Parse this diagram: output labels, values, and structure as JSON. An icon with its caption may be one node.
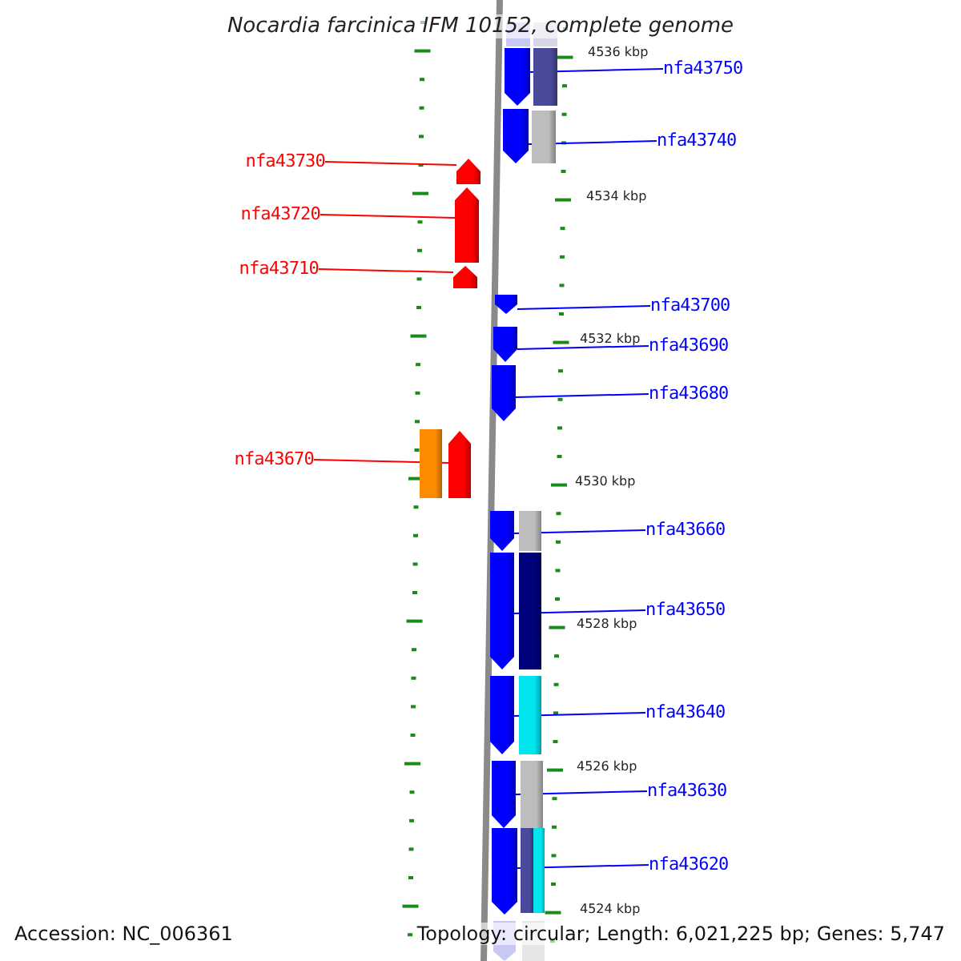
{
  "diagram": {
    "title": "Nocardia farcinica IFM 10152, complete genome",
    "nodes": [
      {
        "text": [
          "nfa43750"
        ]
      },
      {
        "text": [],
        "shape": "pentagon"
      },
      {
        "text": [],
        "shape": "bar"
      },
      {
        "text": [
          "nfa43740"
        ]
      },
      {
        "text": [],
        "shape": "pentagon"
      },
      {
        "text": [],
        "shape": "bar"
      },
      {
        "text": [
          "nfa43730"
        ]
      },
      {
        "text": [],
        "shape": "pentagon"
      },
      {
        "text": [
          "nfa43720"
        ]
      },
      {
        "text": [],
        "shape": "pentagon"
      },
      {
        "text": [
          "nfa43710"
        ]
      },
      {
        "text": [],
        "shape": "pentagon"
      },
      {
        "text": [
          "nfa43700"
        ]
      },
      {
        "text": [],
        "shape": "pentagon"
      },
      {
        "text": [
          "nfa43690"
        ]
      },
      {
        "text": [],
        "shape": "pentagon"
      },
      {
        "text": [
          "nfa43680"
        ]
      },
      {
        "text": [],
        "shape": "pentagon"
      },
      {
        "text": [
          "nfa43670"
        ]
      },
      {
        "text": [],
        "shape": "bar"
      },
      {
        "text": [],
        "shape": "pentagon"
      },
      {
        "text": [
          "nfa43660"
        ]
      },
      {
        "text": [],
        "shape": "pentagon"
      },
      {
        "text": [],
        "shape": "bar"
      },
      {
        "text": [
          "nfa43650"
        ]
      },
      {
        "text": [],
        "shape": "pentagon"
      },
      {
        "text": [],
        "shape": "bar"
      },
      {
        "text": [
          "nfa43640"
        ]
      },
      {
        "text": [],
        "shape": "pentagon"
      },
      {
        "text": [],
        "shape": "bar"
      },
      {
        "text": [
          "nfa43630"
        ]
      },
      {
        "text": [],
        "shape": "pentagon"
      },
      {
        "text": [],
        "shape": "bar"
      },
      {
        "text": [
          "nfa43620"
        ]
      },
      {
        "text": [],
        "shape": "pentagon"
      },
      {
        "text": [],
        "shape": "bar"
      },
      {
        "text": [],
        "shape": "bar"
      }
    ],
    "edges": [
      {
        "from": 0,
        "to": 1,
        "arrow": "none"
      },
      {
        "from": 3,
        "to": 4,
        "arrow": "none"
      },
      {
        "from": 6,
        "to": 7,
        "arrow": "none",
        "color": "#ff0000"
      },
      {
        "from": 8,
        "to": 9,
        "arrow": "none",
        "color": "#ff0000"
      },
      {
        "from": 10,
        "to": 11,
        "arrow": "none",
        "color": "#ff0000"
      },
      {
        "from": 12,
        "to": 13,
        "arrow": "none"
      },
      {
        "from": 14,
        "to": 15,
        "arrow": "none"
      },
      {
        "from": 16,
        "to": 17,
        "arrow": "none"
      },
      {
        "from": 18,
        "to": 20,
        "arrow": "none",
        "color": "#ff0000"
      },
      {
        "from": 21,
        "to": 22,
        "arrow": "none"
      },
      {
        "from": 24,
        "to": 25,
        "arrow": "none"
      },
      {
        "from": 27,
        "to": 28,
        "arrow": "none"
      },
      {
        "from": 30,
        "to": 31,
        "arrow": "none"
      },
      {
        "from": 33,
        "to": 34,
        "arrow": "none"
      }
    ],
    "labels": [
      "4536 kbp",
      "4534 kbp",
      "4532 kbp",
      "4530 kbp",
      "4528 kbp",
      "4526 kbp",
      "4524 kbp",
      "Accession: NC_006361",
      "Topology: circular; Length: 6,021,225 bp; Genes: 5,747"
    ]
  }
}
